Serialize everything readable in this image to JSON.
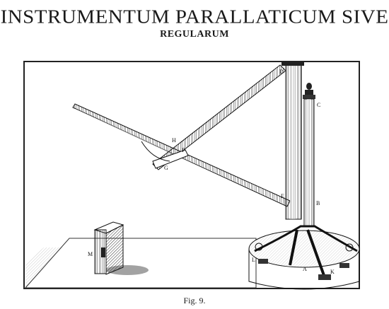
{
  "header": {
    "title": "INSTRUMENTUM PARALLATICUM SIVE",
    "subtitle": "REGULARUM"
  },
  "figure": {
    "caption": "Fig. 9.",
    "labels": {
      "D": "D",
      "C": "C",
      "H": "H",
      "F": "F",
      "G": "G",
      "E": "E",
      "B": "B",
      "M": "M",
      "A": "A",
      "L": "L",
      "K": "K"
    }
  }
}
